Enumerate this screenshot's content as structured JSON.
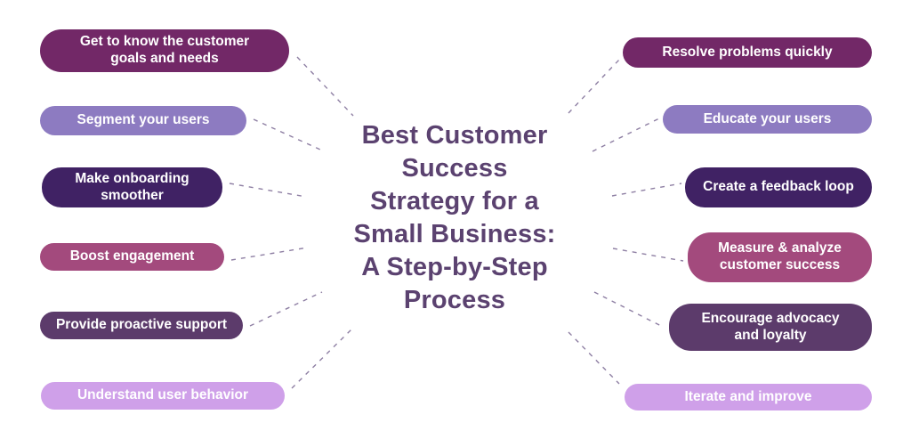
{
  "title": {
    "text": "Best Customer Success Strategy for a Small Business: A Step-by-Step Process",
    "lines": [
      "Best Customer",
      "Success",
      "Strategy for a",
      "Small Business:",
      "A Step-by-Step",
      "Process"
    ],
    "color": "#5b4270"
  },
  "nodes": {
    "left": [
      {
        "label": "Get to know the customer goals and needs",
        "color": "#722867"
      },
      {
        "label": "Segment your users",
        "color": "#8d7bc1"
      },
      {
        "label": "Make onboarding smoother",
        "color": "#402264"
      },
      {
        "label": "Boost engagement",
        "color": "#a34a7d"
      },
      {
        "label": "Provide proactive support",
        "color": "#5c3b6b"
      },
      {
        "label": "Understand user behavior",
        "color": "#cfa0e9"
      }
    ],
    "right": [
      {
        "label": "Resolve problems quickly",
        "color": "#722867"
      },
      {
        "label": "Educate your users",
        "color": "#8d7bc1"
      },
      {
        "label": "Create a feedback loop",
        "color": "#402264"
      },
      {
        "label": "Measure & analyze customer success",
        "color": "#a34a7d"
      },
      {
        "label": "Encourage advocacy and loyalty",
        "color": "#5c3b6b"
      },
      {
        "label": "Iterate and improve",
        "color": "#cfa0e9"
      }
    ]
  },
  "style": {
    "background": "#ffffff",
    "connector_color": "#8e7fa3",
    "node_text_color": "#ffffff"
  }
}
